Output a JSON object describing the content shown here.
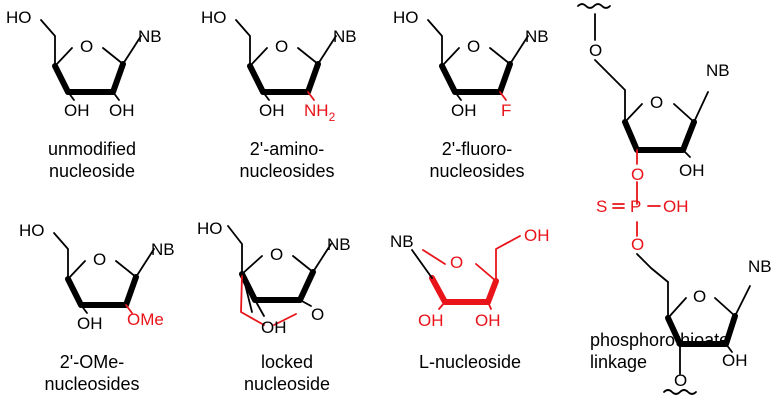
{
  "colors": {
    "ink": "#000000",
    "accent": "#e8141a"
  },
  "labels": {
    "ho": "HO",
    "nb": "NB",
    "oh": "OH",
    "o": "O",
    "nh2": "NH",
    "nh2_sub": "2",
    "f": "F",
    "ome": "OMe",
    "s": "S",
    "p": "P"
  },
  "captions": {
    "unmodified": [
      "unmodified",
      "nucleoside"
    ],
    "amino": [
      "2'-amino-",
      "nucleosides"
    ],
    "fluoro": [
      "2'-fluoro-",
      "nucleosides"
    ],
    "ome": [
      "2'-OMe-",
      "nucleosides"
    ],
    "locked": [
      "locked",
      "nucleoside"
    ],
    "lnuc": [
      "L-nucleoside"
    ],
    "ps": [
      "phosphorothioate",
      "linkage"
    ]
  }
}
